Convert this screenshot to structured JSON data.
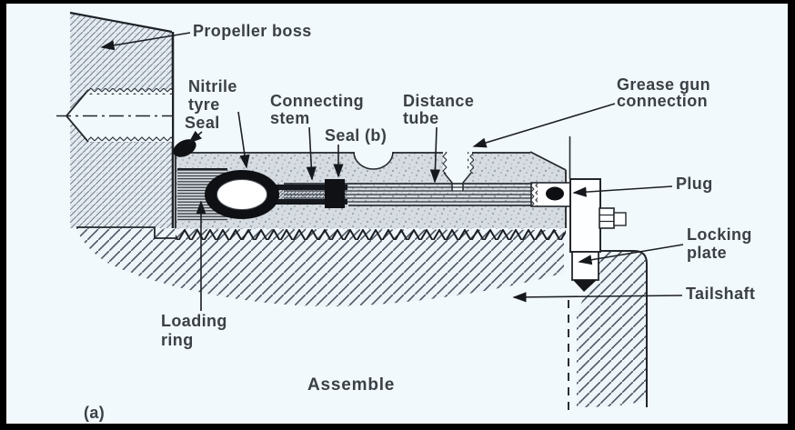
{
  "figure": {
    "type": "technical-sectional-diagram",
    "subject": "Propeller boss / tailshaft sealing gland assembly",
    "panel_label": "(a)",
    "caption": "Assemble",
    "labels": {
      "propeller_boss": {
        "lines": [
          "Propeller boss"
        ]
      },
      "nitrile_tyre": {
        "lines": [
          "Nitrile",
          "tyre"
        ]
      },
      "seal": {
        "lines": [
          "Seal"
        ]
      },
      "connecting_stem": {
        "lines": [
          "Connecting",
          "stem"
        ]
      },
      "seal_b": {
        "lines": [
          "Seal (b)"
        ]
      },
      "distance_tube": {
        "lines": [
          "Distance",
          "tube"
        ]
      },
      "grease_gun": {
        "lines": [
          "Grease gun",
          "connection"
        ]
      },
      "plug": {
        "lines": [
          "Plug"
        ]
      },
      "locking_plate": {
        "lines": [
          "Locking",
          "plate"
        ]
      },
      "tailshaft": {
        "lines": [
          "Tailshaft"
        ]
      },
      "loading_ring": {
        "lines": [
          "Loading",
          "ring"
        ]
      }
    },
    "colors": {
      "frame": "#000000",
      "paper": "#f2f9fd",
      "ink": "#23272c",
      "label_text": "#3b4047",
      "metal_fill": "#d6dce1",
      "seal_black": "#101114"
    }
  }
}
